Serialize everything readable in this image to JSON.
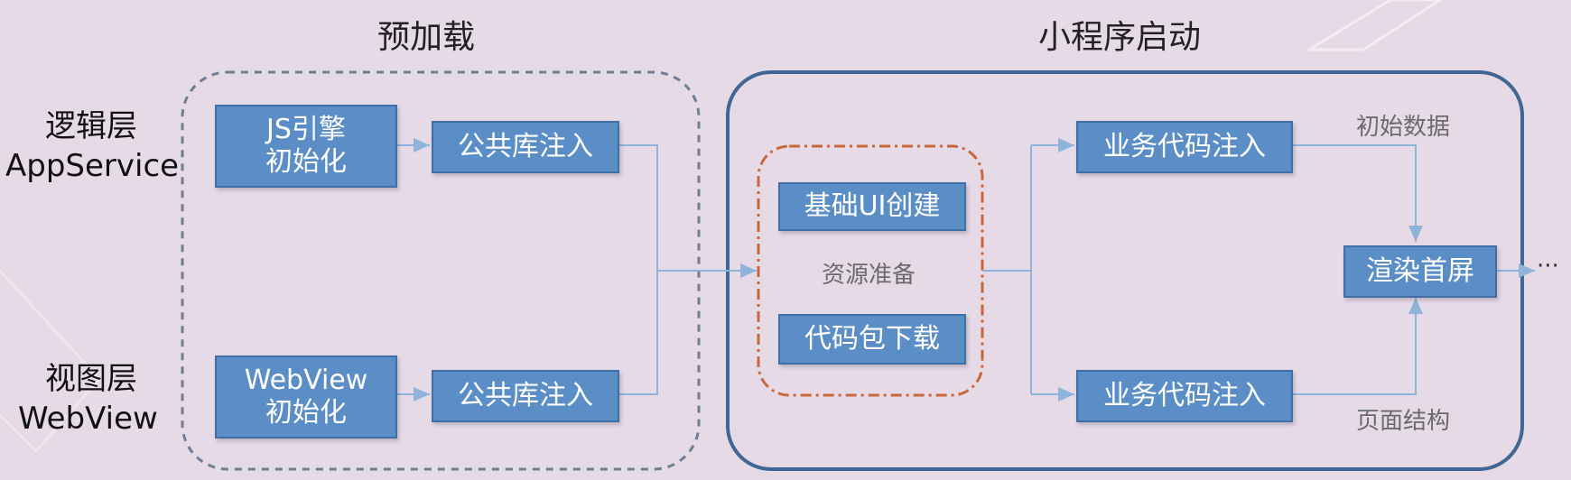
{
  "sections": {
    "preload_title": "预加载",
    "launch_title": "小程序启动"
  },
  "layers": {
    "logic": {
      "line1": "逻辑层",
      "line2": "AppService"
    },
    "view": {
      "line1": "视图层",
      "line2": "WebView"
    }
  },
  "preload": {
    "js_engine": {
      "line1": "JS引擎",
      "line2": "初始化"
    },
    "webview_init": {
      "line1": "WebView",
      "line2": "初始化"
    },
    "lib_inject_top": "公共库注入",
    "lib_inject_bottom": "公共库注入"
  },
  "resource_prep": {
    "ui_create": "基础UI创建",
    "label": "资源准备",
    "code_download": "代码包下载"
  },
  "launch": {
    "biz_inject_top": "业务代码注入",
    "biz_inject_bottom": "业务代码注入",
    "initial_data": "初始数据",
    "page_structure": "页面结构",
    "render_first_screen": "渲染首屏",
    "continuation": "···"
  }
}
